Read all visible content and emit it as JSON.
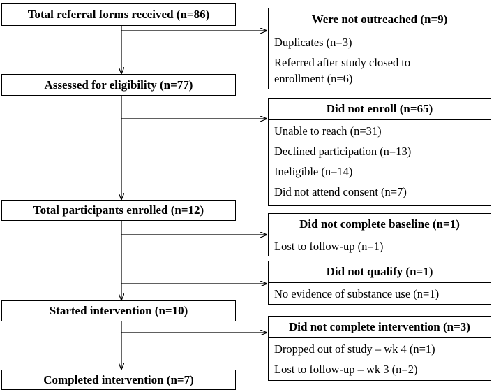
{
  "flow": {
    "referrals": "Total referral forms received (n=86)",
    "assessed": "Assessed for eligibility (n=77)",
    "enrolled": "Total participants enrolled (n=12)",
    "started": "Started intervention (n=10)",
    "completed": "Completed intervention (n=7)"
  },
  "exclusions": {
    "not_outreached": {
      "title": "Were not outreached (n=9)",
      "items": [
        "Duplicates (n=3)",
        "Referred after study closed to",
        "enrollment (n=6)"
      ]
    },
    "not_enroll": {
      "title": "Did not enroll (n=65)",
      "items": [
        "Unable to reach (n=31)",
        "Declined participation (n=13)",
        "Ineligible (n=14)",
        "Did not attend consent (n=7)"
      ]
    },
    "not_baseline": {
      "title": "Did not complete baseline (n=1)",
      "items": [
        "Lost to follow-up (n=1)"
      ]
    },
    "not_qualify": {
      "title": "Did not qualify (n=1)",
      "items": [
        "No evidence of substance use (n=1)"
      ]
    },
    "not_complete": {
      "title": "Did not complete intervention (n=3)",
      "items": [
        "Dropped out of study – wk 4 (n=1)",
        "Lost to follow-up – wk 3 (n=2)"
      ]
    }
  }
}
